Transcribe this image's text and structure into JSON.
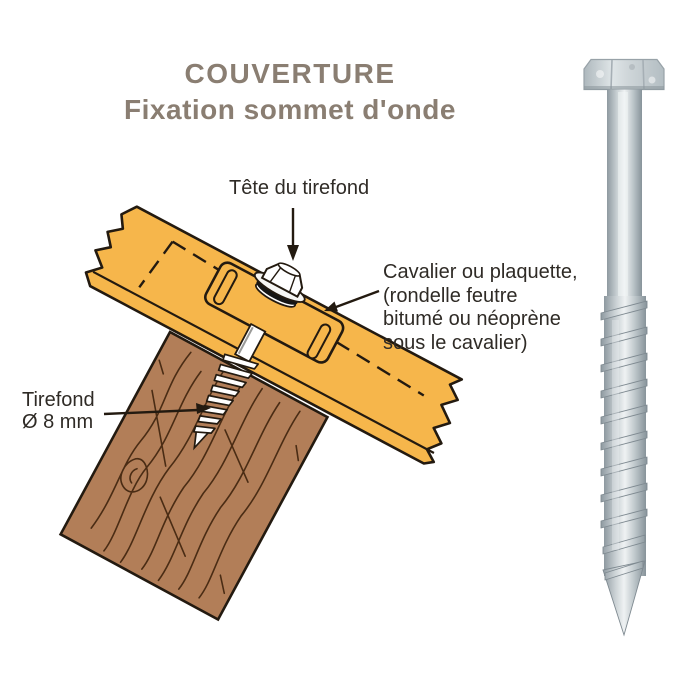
{
  "title": {
    "line1": "COUVERTURE",
    "line2": "Fixation sommet d'onde"
  },
  "labels": {
    "tete": "Tête du tirefond",
    "cavalier": [
      "Cavalier ou plaquette,",
      "(rondelle feutre",
      "bitumé ou néoprène",
      "sous le cavalier)"
    ],
    "tirefond": [
      "Tirefond",
      "Ø 8 mm"
    ]
  },
  "colors": {
    "title_text": "#8a7e72",
    "label_text": "#2f2b26",
    "sheet_orange": "#f6b64b",
    "outline_dark": "#231a10",
    "wood_brown": "#b27e58",
    "wood_grain": "#4a2c14",
    "felt_washer_black": "#161616",
    "galvanized_light": "#e6eaec",
    "galvanized_dark": "#95a0a7"
  }
}
